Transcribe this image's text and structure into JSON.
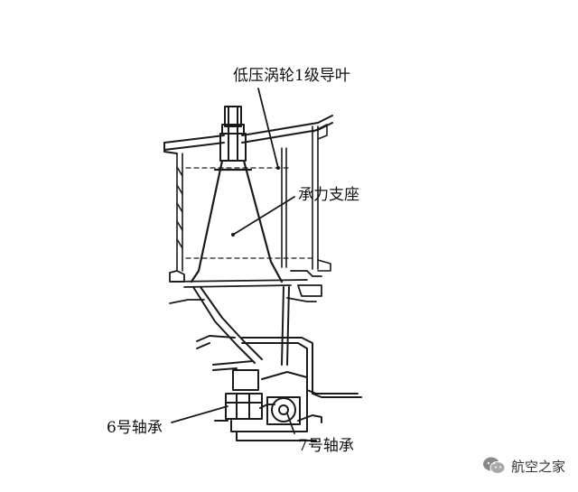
{
  "diagram": {
    "labels": {
      "lp_turbine_vane": "低压涡轮1级导叶",
      "support_seat": "承力支座",
      "bearing_6": "6号轴承",
      "bearing_7": "7号轴承"
    }
  },
  "watermark": {
    "text": "航空之家",
    "icon": "wechat-icon"
  },
  "colors": {
    "line": "#1a1a1a",
    "background": "#ffffff"
  }
}
